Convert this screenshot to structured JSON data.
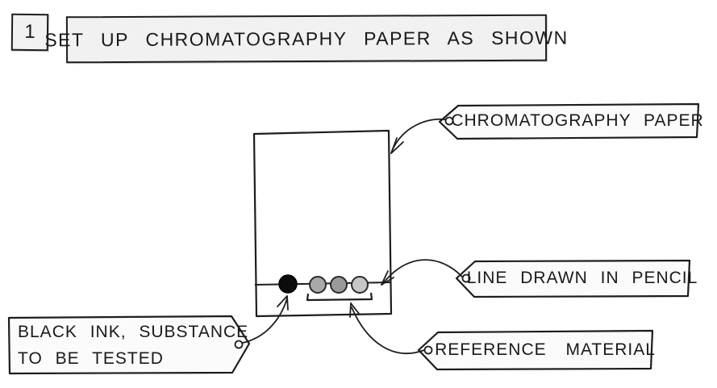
{
  "step": {
    "number": "1",
    "title": "SET UP CHROMATOGRAPHY PAPER AS SHOWN"
  },
  "tags": {
    "chromatography_paper": {
      "label": "CHROMATOGRAPHY PAPER"
    },
    "line_drawn_in_pencil": {
      "label": "LINE DRAWN IN PENCIL"
    },
    "reference_material": {
      "label": "REFERENCE MATERIAL"
    },
    "black_ink": {
      "line1": "BLACK INK, SUBSTANCE",
      "line2": "TO BE TESTED"
    }
  },
  "diagram": {
    "paper_fill": "#ffffff",
    "box_fill": "#f1f1f1",
    "tag_fill": "#fbfbfb",
    "line_color": "#1d1d1d",
    "spots": {
      "black_ink_color": "#0b0b0b",
      "reference_colors": [
        "#a9a9a9",
        "#9a9a9a",
        "#c7c7c7"
      ]
    }
  }
}
